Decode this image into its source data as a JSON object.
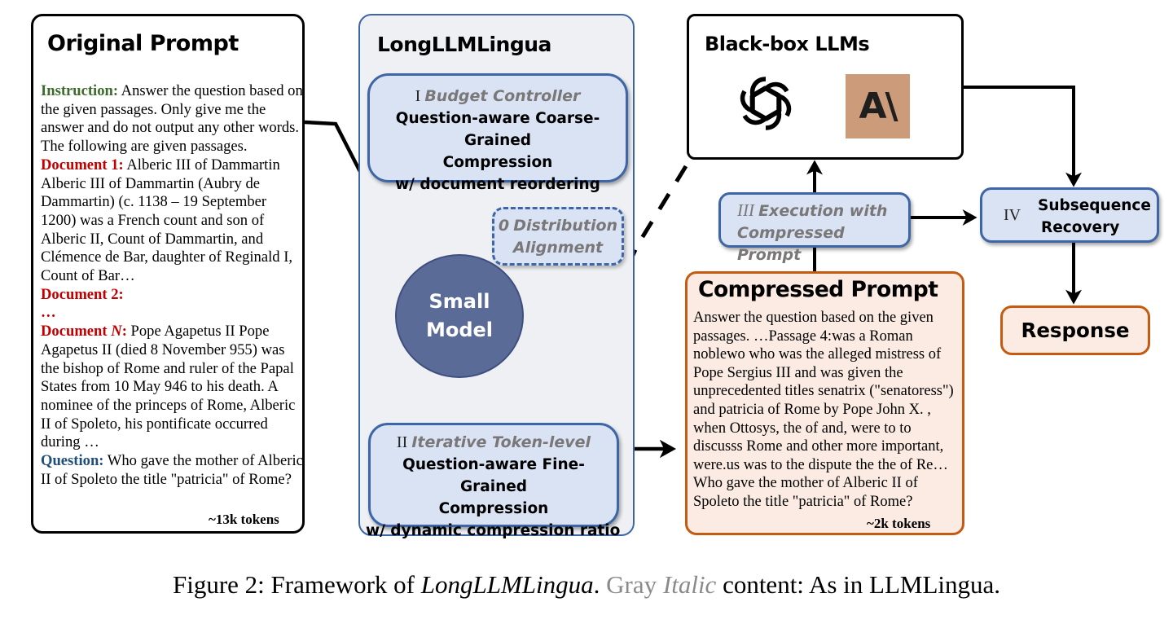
{
  "original_prompt": {
    "title": "Original Prompt",
    "instruction_label": "Instruction:",
    "instruction_text": " Answer the question based on the given passages. Only give me the answer and do not output any other words. The following are given passages.",
    "doc1_label": "Document 1:",
    "doc1_text": " Alberic III of Dammartin Alberic III of Dammartin (Aubry de Dammartin) (c. 1138 – 19 September 1200) was a French count and son of Alberic II, Count of Dammartin, and Clémence de Bar, daughter of Reginald I, Count of Bar…",
    "doc2_label": "Document 2:",
    "ellipsis": "…",
    "docN_label_prefix": "Document ",
    "docN_label_var": "N",
    "docN_label_suffix": ":",
    "docN_text": " Pope Agapetus II Pope Agapetus II (died 8 November 955) was the bishop of Rome and ruler of the Papal States from 10 May 946 to his death. A nominee of the princeps of Rome, Alberic II of Spoleto, his pontificate occurred during …",
    "question_label": "Question:",
    "question_text": " Who gave the mother of Alberic II of Spoleto the title \"patricia\" of Rome?",
    "tokens": "~13k tokens"
  },
  "longllmlingua": {
    "title": "LongLLMLingua",
    "budget_controller": {
      "numeral": "I",
      "gray_label": "Budget Controller",
      "lines": [
        "Question-aware Coarse-Grained",
        "Compression",
        "w/ document reordering"
      ]
    },
    "distribution_alignment": {
      "numeral": "0",
      "lines": [
        "Distribution",
        "Alignment"
      ]
    },
    "small_model": [
      "Small",
      "Model"
    ],
    "token_level": {
      "numeral": "II",
      "gray_label": "Iterative Token-level",
      "lines": [
        "Question-aware Fine-Grained",
        "Compression",
        "w/ dynamic compression ratio"
      ]
    }
  },
  "blackbox": {
    "title": "Black-box LLMs",
    "logos": [
      "openai-logo",
      "anthropic-logo"
    ],
    "anthropic_glyph": "A\\"
  },
  "execution": {
    "numeral": "III",
    "lines": [
      "Execution with",
      "Compressed Prompt"
    ]
  },
  "subsequence_recovery": {
    "numeral": "IV",
    "lines": [
      "Subsequence",
      "Recovery"
    ]
  },
  "compressed_prompt": {
    "title": "Compressed Prompt",
    "text": "Answer the question based on the given passages. …Passage 4:was a Roman noblewo who was the alleged mistress of Pope Sergius III and was given the unprecedented titles senatrix (\"senatoress\") and patricia of Rome by Pope John X. , when Ottosys, the of and, were to to discusss Rome and other more important, were.us was to the dispute the the of Re… Who gave the mother of Alberic II of Spoleto the title \"patricia\" of Rome?",
    "tokens": "~2k tokens"
  },
  "response": {
    "label": "Response"
  },
  "caption": {
    "prefix": "Figure 2: Framework of ",
    "italic_name": "LongLLMLingua",
    "after_name": ". ",
    "gray": "Gray ",
    "gray_italic": "Italic",
    "suffix": " content: As in LLMLingua."
  },
  "colors": {
    "instruction_green": "#3d6b2c",
    "document_red": "#c00000",
    "question_blue": "#1f4e79",
    "box_blue_border": "#3e66a6",
    "box_blue_fill": "#d9e3f3",
    "orange_border": "#c55a11",
    "orange_fill": "#fbebe2",
    "small_model_fill": "#5b6b98",
    "anthropic_bg": "#cc9b7a"
  }
}
